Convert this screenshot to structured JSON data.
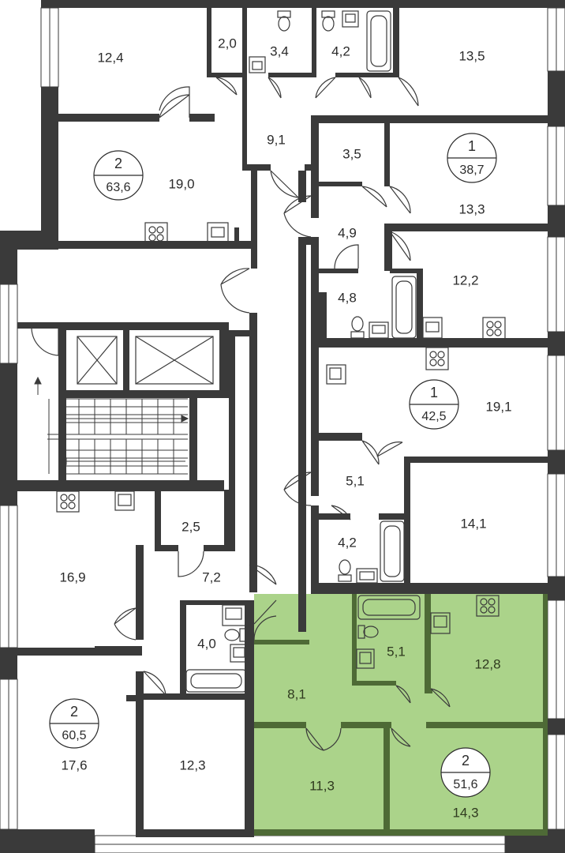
{
  "colors": {
    "wall": "#3a3a3a",
    "highlight": "#abd38a",
    "highlight_wall": "#4e6a36",
    "fixture": "#3a3a3a",
    "background": "#ffffff"
  },
  "rooms": [
    {
      "id": "r-12-4",
      "area": "12,4"
    },
    {
      "id": "r-2-0",
      "area": "2,0"
    },
    {
      "id": "r-3-4",
      "area": "3,4"
    },
    {
      "id": "r-4-2a",
      "area": "4,2"
    },
    {
      "id": "r-13-5",
      "area": "13,5"
    },
    {
      "id": "r-9-1",
      "area": "9,1"
    },
    {
      "id": "r-3-5",
      "area": "3,5"
    },
    {
      "id": "r-19-0",
      "area": "19,0"
    },
    {
      "id": "r-13-3",
      "area": "13,3"
    },
    {
      "id": "r-4-9",
      "area": "4,9"
    },
    {
      "id": "r-4-8",
      "area": "4,8"
    },
    {
      "id": "r-12-2",
      "area": "12,2"
    },
    {
      "id": "r-19-1",
      "area": "19,1"
    },
    {
      "id": "r-5-1a",
      "area": "5,1"
    },
    {
      "id": "r-14-1",
      "area": "14,1"
    },
    {
      "id": "r-4-2b",
      "area": "4,2"
    },
    {
      "id": "r-2-5",
      "area": "2,5"
    },
    {
      "id": "r-16-9",
      "area": "16,9"
    },
    {
      "id": "r-7-2",
      "area": "7,2"
    },
    {
      "id": "r-4-0",
      "area": "4,0"
    },
    {
      "id": "r-17-6",
      "area": "17,6"
    },
    {
      "id": "r-12-3",
      "area": "12,3"
    },
    {
      "id": "r-5-1b",
      "area": "5,1",
      "highlight": true
    },
    {
      "id": "r-12-8",
      "area": "12,8",
      "highlight": true
    },
    {
      "id": "r-8-1",
      "area": "8,1",
      "highlight": true
    },
    {
      "id": "r-11-3",
      "area": "11,3",
      "highlight": true
    },
    {
      "id": "r-14-3",
      "area": "14,3",
      "highlight": true
    }
  ],
  "apartments": [
    {
      "id": "apt-a",
      "rooms": "2",
      "area": "63,6"
    },
    {
      "id": "apt-b",
      "rooms": "1",
      "area": "38,7"
    },
    {
      "id": "apt-c",
      "rooms": "1",
      "area": "42,5"
    },
    {
      "id": "apt-d",
      "rooms": "2",
      "area": "60,5"
    },
    {
      "id": "apt-e",
      "rooms": "2",
      "area": "51,6",
      "highlight": true
    }
  ],
  "icons": [
    "stove-icon",
    "sink-icon",
    "toilet-icon",
    "bathtub-icon",
    "elevator-icon",
    "stairs-icon",
    "door-icon",
    "window-icon",
    "arrow-icon"
  ]
}
